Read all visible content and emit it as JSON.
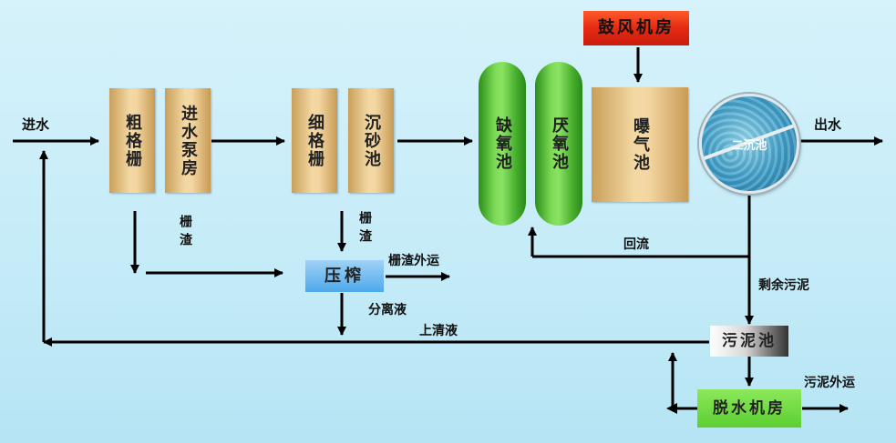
{
  "labels": {
    "inlet": "进水",
    "outlet": "出水",
    "screenings_1": "栅渣",
    "screenings_2": "栅渣",
    "screenings_export": "栅渣外运",
    "filtrate": "分离液",
    "return_flow": "回流",
    "excess_sludge": "剩余污泥",
    "supernatant": "上清液",
    "sludge_export": "污泥外运"
  },
  "units": {
    "coarse_screen": "粗格栅",
    "inlet_pump": "进水泵房",
    "fine_screen": "细格栅",
    "grit_chamber": "沉砂池",
    "anoxic_tank": "缺氧池",
    "anaerobic_tank": "厌氧池",
    "aeration_tank": "曝气池",
    "blower_room": "鼓风机房",
    "secondary_clarifier": "二沉池",
    "press": "压榨",
    "sludge_tank": "污泥池",
    "dewatering_room": "脱水机房"
  },
  "colors": {
    "arrow": "#000000",
    "process_unit": "#f2d39c",
    "bio_tank": "#5fcf3a",
    "blower": "#e8391c",
    "press": "#4ea9ea",
    "dewatering": "#6ad33c"
  }
}
